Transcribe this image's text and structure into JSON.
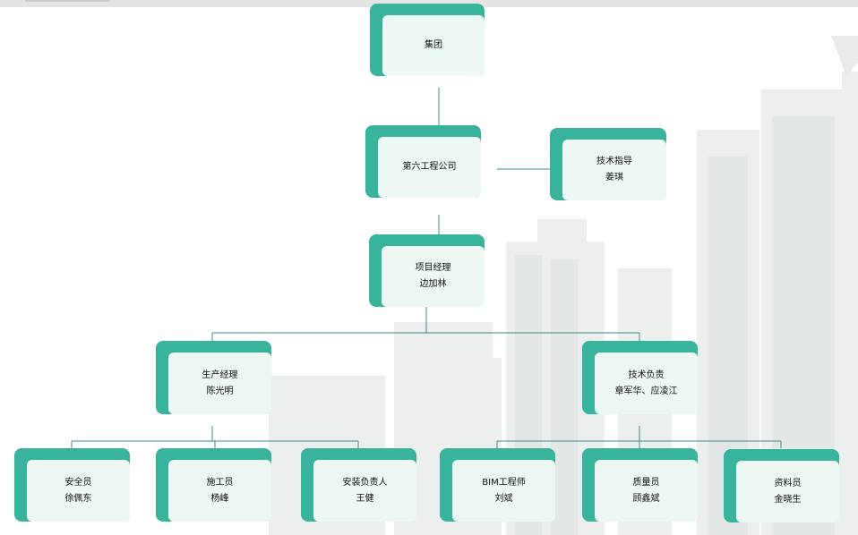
{
  "org_chart": {
    "group": {
      "title": "集团"
    },
    "company": {
      "title": "第六工程公司"
    },
    "tech_guide": {
      "title": "技术指导",
      "name": "姜琪"
    },
    "project_manager": {
      "title": "项目经理",
      "name": "边加林"
    },
    "production_manager": {
      "title": "生产经理",
      "name": "陈光明"
    },
    "technical_lead": {
      "title": "技术负责",
      "name": "章军华、应凌江"
    },
    "safety_officer": {
      "title": "安全员",
      "name": "徐佩东"
    },
    "construction_worker": {
      "title": "施工员",
      "name": "杨峰"
    },
    "installation_lead": {
      "title": "安装负责人",
      "name": "王健"
    },
    "bim_engineer": {
      "title": "BIM工程师",
      "name": "刘斌"
    },
    "quality_officer": {
      "title": "质量员",
      "name": "顾鑫斌"
    },
    "document_officer": {
      "title": "资料员",
      "name": "金晓生"
    }
  },
  "colors": {
    "accent": "#37b49b",
    "card": "#edf7f4",
    "connector": "#3c8c86",
    "topbar": "#e4e4e4"
  }
}
